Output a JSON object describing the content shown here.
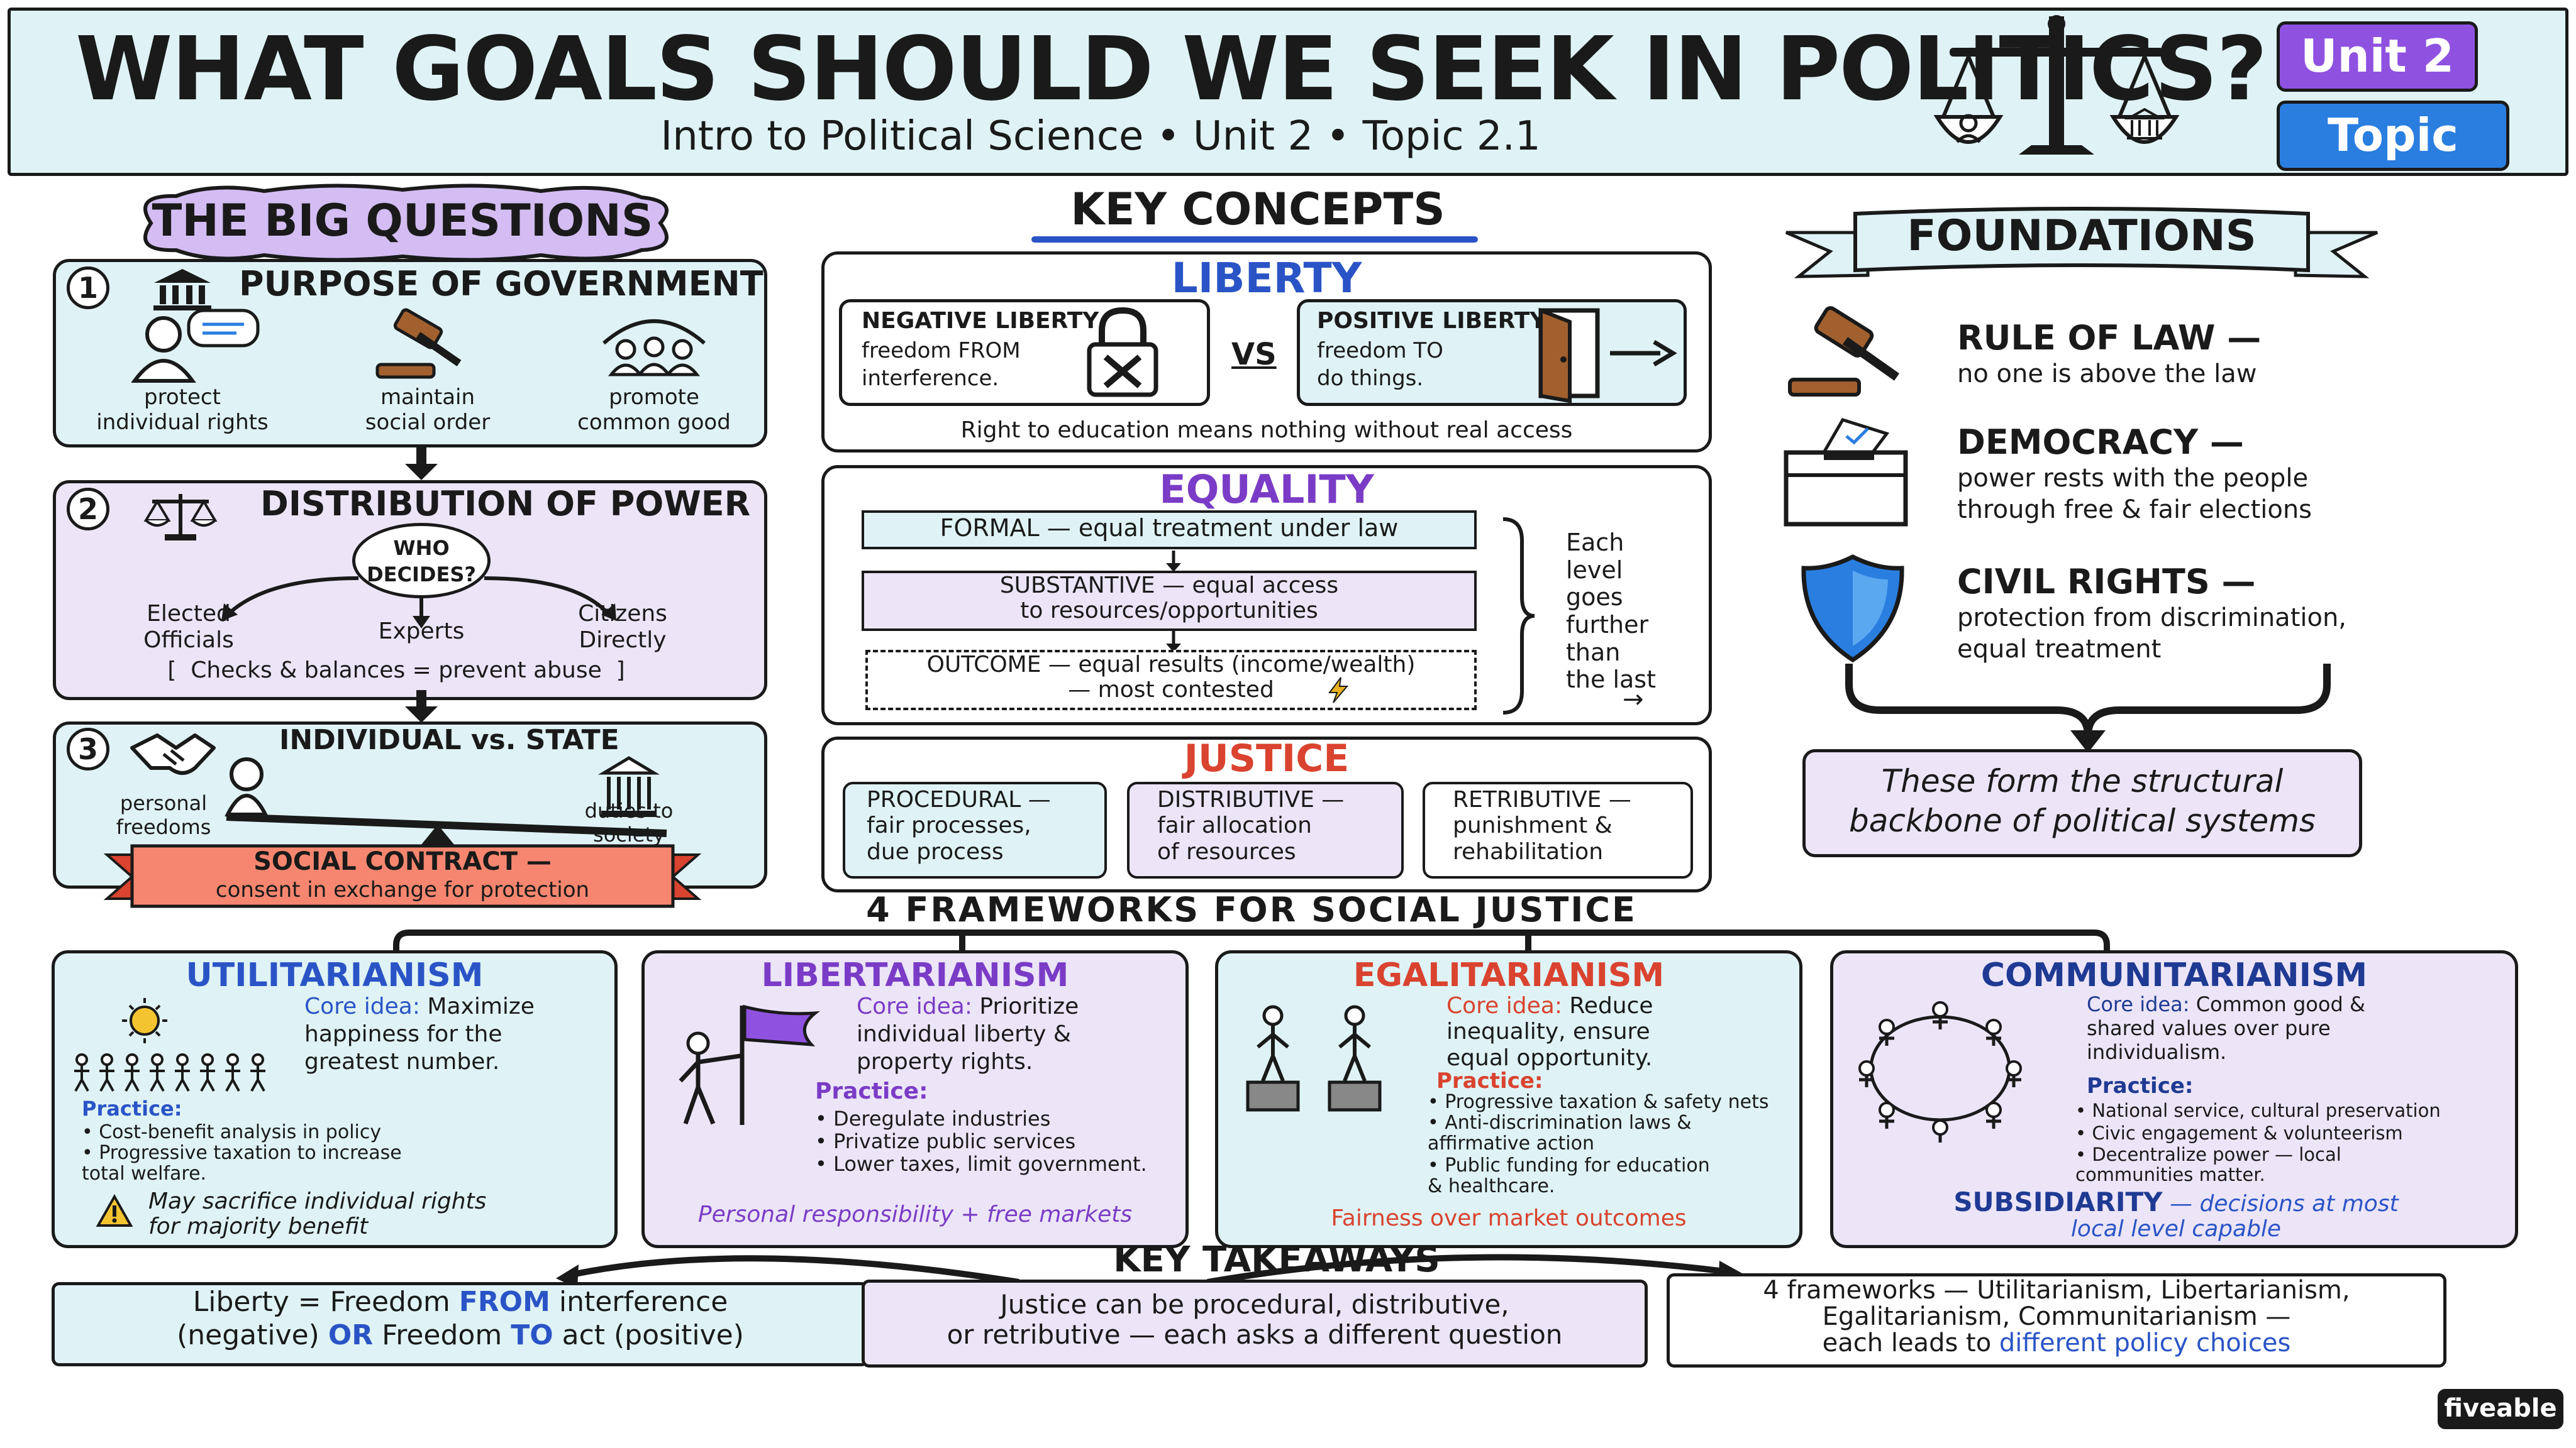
{
  "header": {
    "title": "WHAT GOALS SHOULD WE SEEK IN POLITICS?",
    "subtitle": "Intro to Political Science • Unit 2 • Topic 2.1",
    "badge_unit": "Unit 2",
    "badge_topic": "Topic 2.1"
  },
  "big_questions": {
    "banner": "THE BIG QUESTIONS",
    "q1": {
      "number": "1",
      "title": "PURPOSE OF GOVERNMENT",
      "items": [
        "protect\nindividual rights",
        "maintain\nsocial order",
        "promote\ncommon good"
      ]
    },
    "q2": {
      "number": "2",
      "title": "DISTRIBUTION OF POWER",
      "bubble": "WHO\nDECIDES?",
      "options": [
        "Elected\nOfficials",
        "Experts",
        "Citizens\nDirectly"
      ],
      "note": "[  Checks & balances = prevent abuse  ]"
    },
    "q3": {
      "number": "3",
      "title": "INDIVIDUAL vs. STATE",
      "left": "personal\nfreedoms",
      "right": "duties to\nsociety",
      "ribbon_title": "SOCIAL CONTRACT —",
      "ribbon_sub": "consent in exchange for protection"
    }
  },
  "key_concepts": {
    "heading": "KEY CONCEPTS",
    "liberty": {
      "title": "LIBERTY",
      "negative_title": "NEGATIVE LIBERTY",
      "negative_desc": "freedom FROM\ninterference.",
      "vs": "VS",
      "positive_title": "POSITIVE LIBERTY",
      "positive_desc": "freedom TO\ndo things.",
      "example": "Right to education means nothing without real access"
    },
    "equality": {
      "title": "EQUALITY",
      "formal": "FORMAL — equal treatment under law",
      "substantive": "SUBSTANTIVE — equal access\nto resources/opportunities",
      "outcome": "OUTCOME — equal results (income/wealth)\n— most contested",
      "side_note": "Each\nlevel\ngoes\nfurther\nthan\nthe last",
      "side_arrow": "→"
    },
    "justice": {
      "title": "JUSTICE",
      "procedural": "PROCEDURAL —\nfair processes,\ndue process",
      "distributive": "DISTRIBUTIVE —\nfair allocation\nof resources",
      "retributive": "RETRIBUTIVE —\npunishment &\nrehabilitation"
    }
  },
  "foundations": {
    "banner": "FOUNDATIONS",
    "items": [
      {
        "title": "RULE OF LAW —",
        "desc": "no one is above the law"
      },
      {
        "title": "DEMOCRACY —",
        "desc": "power rests with the people\nthrough free & fair elections"
      },
      {
        "title": "CIVIL RIGHTS —",
        "desc": "protection from discrimination,\nequal treatment"
      }
    ],
    "summary": "These form the structural\nbackbone of political systems"
  },
  "frameworks": {
    "heading": "4 FRAMEWORKS FOR SOCIAL JUSTICE",
    "utilitarianism": {
      "title": "UTILITARIANISM",
      "core_label": "Core idea:",
      "core": " Maximize\nhappiness for the\ngreatest number.",
      "practice_label": "Practice:",
      "practice": [
        "Cost-benefit analysis in policy",
        "Progressive taxation to increase\ntotal welfare."
      ],
      "warning": "May sacrifice individual rights\nfor majority benefit"
    },
    "libertarianism": {
      "title": "LIBERTARIANISM",
      "core_label": "Core idea:",
      "core": " Prioritize\nindividual liberty &\nproperty rights.",
      "practice_label": "Practice:",
      "practice": [
        "Deregulate industries",
        "Privatize public services",
        "Lower taxes, limit government."
      ],
      "footer": "Personal responsibility + free markets"
    },
    "egalitarianism": {
      "title": "EGALITARIANISM",
      "core_label": "Core idea:",
      "core": " Reduce\ninequality, ensure\nequal opportunity.",
      "practice_label": "Practice:",
      "practice": [
        "Progressive taxation & safety nets",
        "Anti-discrimination laws &\naffirmative action",
        "Public funding for education\n& healthcare."
      ],
      "footer": "Fairness over market outcomes"
    },
    "communitarianism": {
      "title": "COMMUNITARIANISM",
      "core_label": "Core idea:",
      "core": " Common good &\nshared values over pure\nindividualism.",
      "practice_label": "Practice:",
      "practice": [
        "National service, cultural preservation",
        "Civic engagement & volunteerism",
        "Decentralize power — local\ncommunities matter."
      ],
      "subsidiarity": "SUBSIDIARITY",
      "subsidiarity_desc": " — decisions at most\nlocal level capable"
    }
  },
  "takeaways": {
    "heading": "KEY TAKEAWAYS",
    "t1_a": "Liberty = Freedom ",
    "t1_b": "FROM",
    "t1_c": " interference",
    "t1_d": "(negative) ",
    "t1_e": "OR",
    "t1_f": " Freedom ",
    "t1_g": "TO",
    "t1_h": " act (positive)",
    "t2": "Justice can be procedural, distributive,\nor retributive — each asks a different question",
    "t3_a": "4 frameworks — Utilitarianism, Libertarianism,\nEgalitarianism, Communitarianism —\neach leads to ",
    "t3_b": "different policy choices"
  },
  "brand": "fiveable"
}
